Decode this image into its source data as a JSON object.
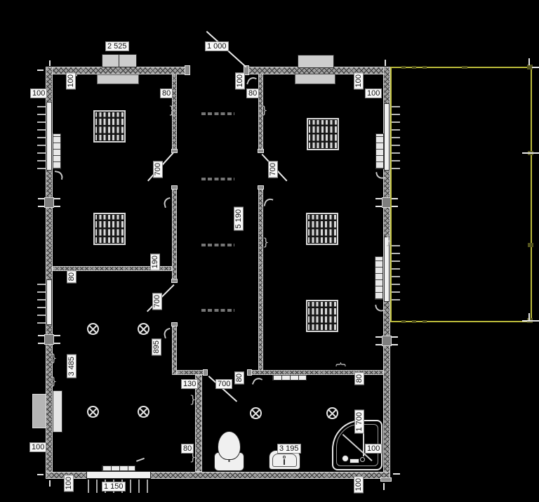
{
  "drawing_type": "floor-plan",
  "colors": {
    "canvas_bg": "#000000",
    "wall_fill": "#a2a2a2",
    "wall_hatch": "#3a3a3a",
    "outline_white": "#e8e8e8",
    "terrace_outline": "#b9b93a",
    "label_bg": "#f8f8f8",
    "label_text": "#111111"
  },
  "labels": [
    "2 525",
    "1 000",
    "100",
    "100",
    "80",
    "100",
    "80",
    "100",
    "100",
    "700",
    "700",
    "5 190",
    "190",
    "80",
    "700",
    "895",
    "3 485",
    "130",
    "700",
    "80",
    "80",
    "80",
    "100",
    "3 195",
    "1 700",
    "100",
    "100",
    "1 150",
    "100"
  ],
  "elements": {
    "fixtures": [
      "toilet",
      "washbasin",
      "shower-cabin",
      "stove"
    ],
    "symbols": [
      "ceiling-light",
      "roof-window",
      "radiator",
      "door-leaf",
      "stair-dashes",
      "entrance-steps",
      "terrace-outline"
    ]
  }
}
